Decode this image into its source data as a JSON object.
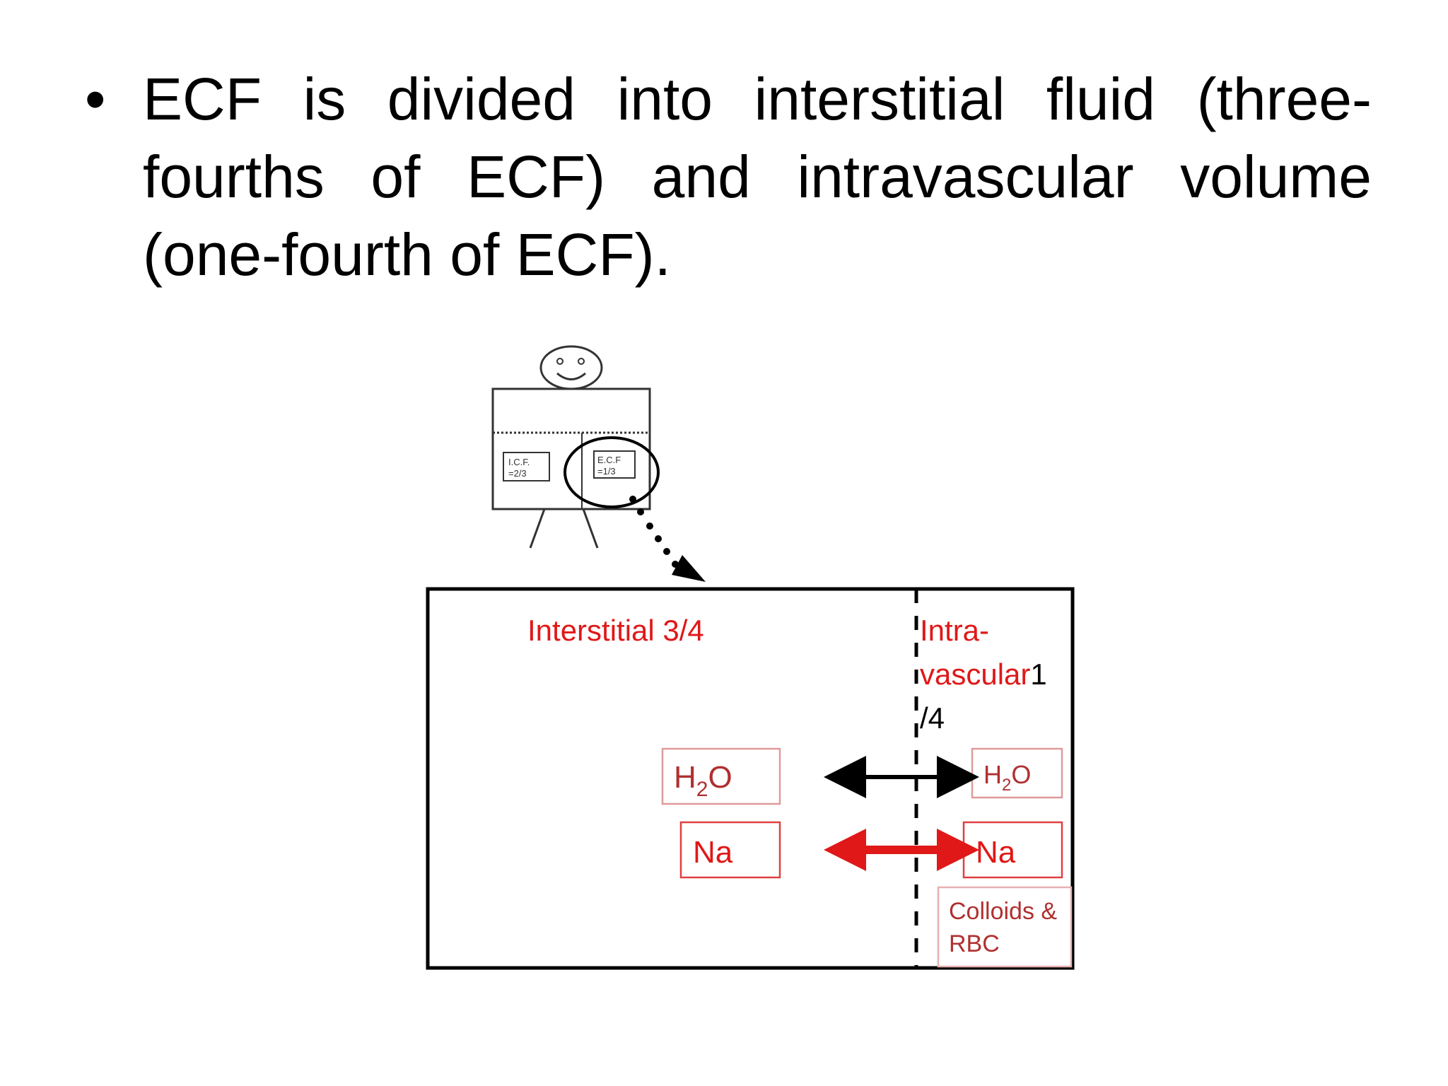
{
  "slide": {
    "bullet_symbol": "•",
    "bullet_text": "ECF is divided into interstitial fluid (three-fourths of ECF) and intravascular volume (one-fourth of ECF)."
  },
  "figure": {
    "icf_box": {
      "line1": "I.C.F.",
      "line2": "=2/3"
    },
    "ecf_box": {
      "line1": "E.C.F",
      "line2": "=1/3"
    },
    "interstitial_label": "Interstitial 3/4",
    "intravascular_label": {
      "line1": "Intra-",
      "line2_red": "vascular",
      "line2_black": "1",
      "line3": "/4"
    },
    "left_h2o": {
      "base": "H",
      "sub": "2",
      "end": "O"
    },
    "right_h2o": {
      "base": "H",
      "sub": "2",
      "end": "O"
    },
    "left_na": "Na",
    "right_na": "Na",
    "colloids_box": {
      "line1": "Colloids &",
      "line2": "RBC"
    },
    "colors": {
      "red": "#e01818",
      "dark_red": "#b03030",
      "box_border": "#e09a9a",
      "black": "#000000"
    }
  }
}
